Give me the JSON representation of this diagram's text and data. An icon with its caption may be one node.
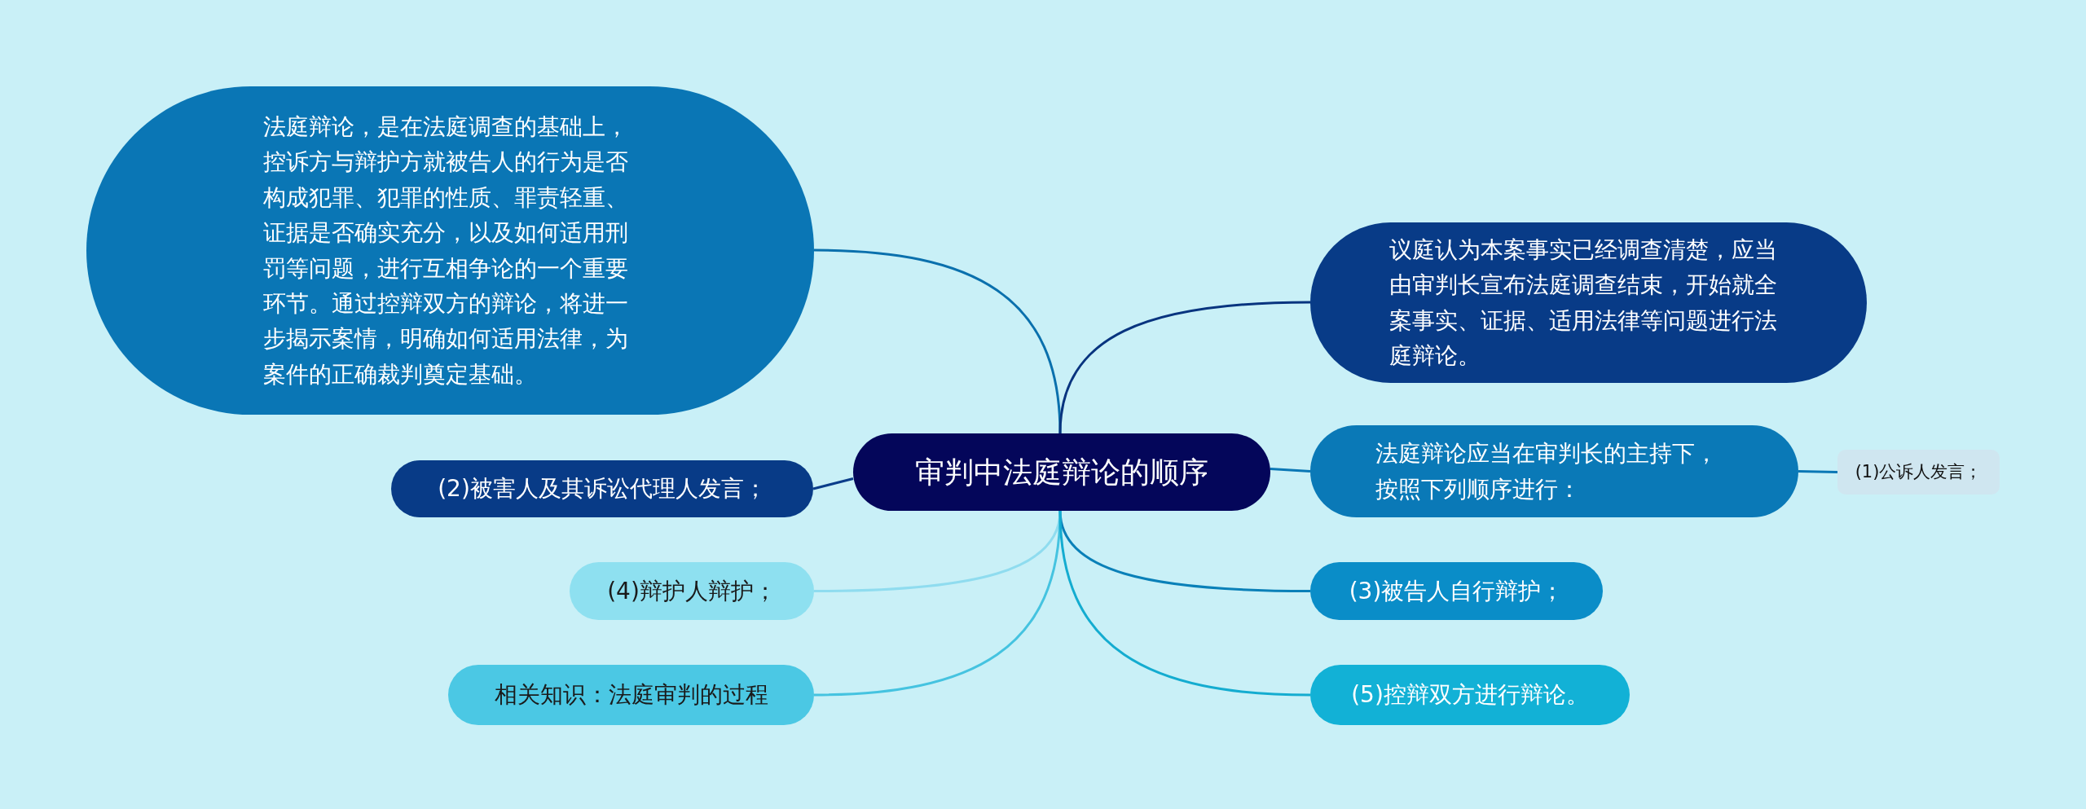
{
  "diagram": {
    "nodes": [
      {
        "text": [
          "审判中法庭辩论的顺序"
        ]
      },
      {
        "text": [
          "法庭辩论，是在法庭调查的基础上，控诉方与辩护方就被告人的行为是否构成犯罪、犯罪的性质、罪责轻重、证据是否确实充分，以及如何适用刑罚等问题，进行互相争论的一个重要环节。通过控辩双方的辩论，将进一步揭示案情，明确如何适用法律，为案件的正确裁判奠定基础。"
        ]
      },
      {
        "text": [
          "议庭认为本案事实已经调查清楚，应当由审判长宣布法庭调查结束，开始就全案事实、证据、适用法律等问题进行法庭辩论。"
        ]
      },
      {
        "text": [
          "(2)被害人及其诉讼代理人发言；"
        ]
      },
      {
        "text": [
          "法庭辩论应当在审判长的主持下，按照下列顺序进行："
        ]
      },
      {
        "text": [
          "(1)公诉人发言；"
        ]
      },
      {
        "text": [
          "(4)辩护人辩护；"
        ]
      },
      {
        "text": [
          "(3)被告人自行辩护；"
        ]
      },
      {
        "text": [
          "相关知识：法庭审判的过程"
        ]
      },
      {
        "text": [
          "(5)控辩双方进行辩论。"
        ]
      }
    ],
    "edges": [
      {
        "from": 0,
        "to": 1,
        "arrow": "none",
        "color": "#0a70ad"
      },
      {
        "from": 0,
        "to": 2,
        "arrow": "none",
        "color": "#08347f"
      },
      {
        "from": 0,
        "to": 3,
        "arrow": "none",
        "color": "#0b3d8a"
      },
      {
        "from": 0,
        "to": 4,
        "arrow": "none",
        "color": "#0a77b5"
      },
      {
        "from": 4,
        "to": 5,
        "arrow": "none",
        "color": "#0a77b5"
      },
      {
        "from": 0,
        "to": 6,
        "arrow": "none",
        "color": "#8fdcef"
      },
      {
        "from": 0,
        "to": 7,
        "arrow": "none",
        "color": "#0a80b8"
      },
      {
        "from": 0,
        "to": 8,
        "arrow": "none",
        "color": "#45c3e0"
      },
      {
        "from": 0,
        "to": 9,
        "arrow": "none",
        "color": "#14acd0"
      }
    ]
  }
}
